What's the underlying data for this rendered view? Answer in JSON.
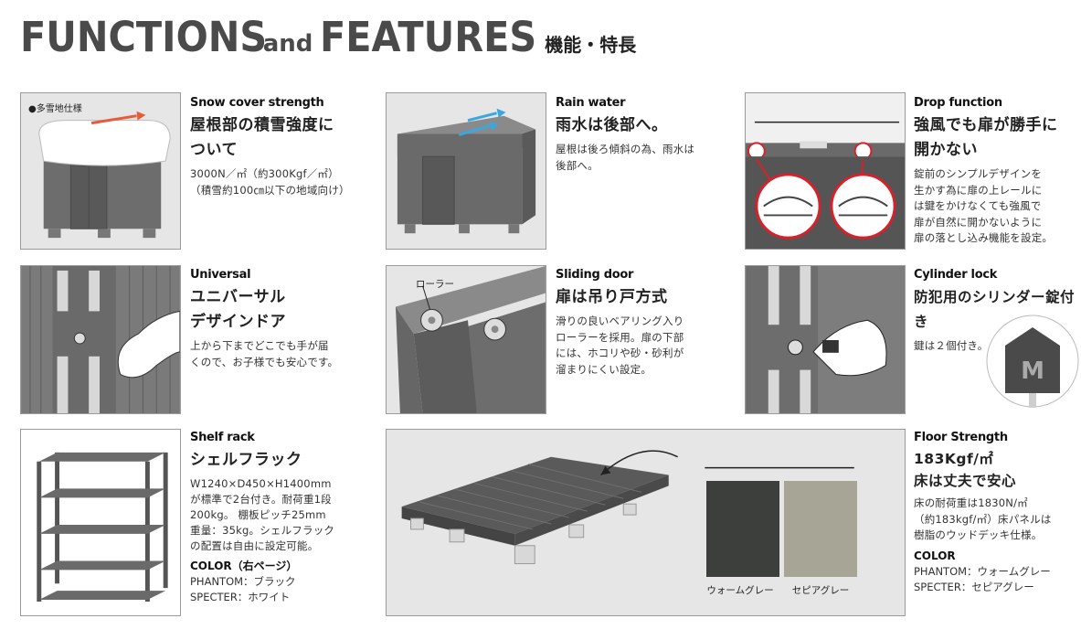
{
  "header": {
    "title_part1": "FUNCTIONS",
    "title_and": "and",
    "title_part2": "FEATURES",
    "title_jp": "機能・特長"
  },
  "features": {
    "snow": {
      "badge": "●多雪地仕様",
      "title": "Snow cover strength",
      "subtitle": [
        "屋根部の積雪強度に",
        "ついて"
      ],
      "desc": [
        "3000N／㎡（約300Kgf／㎡）",
        "（積雪約100㎝以下の地域向け）"
      ]
    },
    "rain": {
      "title": "Rain water",
      "subtitle": [
        "雨水は後部へ。"
      ],
      "desc": [
        "屋根は後ろ傾斜の為、雨水は",
        "後部へ。"
      ]
    },
    "drop": {
      "title": "Drop  function",
      "subtitle": [
        "強風でも扉が勝手に",
        "開かない"
      ],
      "desc": [
        "錠前のシンプルデザインを",
        "生かす為に扉の上レールに",
        "は鍵をかけなくても強風で",
        "扉が自然に開かないように",
        "扉の落とし込み機能を設定。"
      ]
    },
    "universal": {
      "title": "Universal",
      "subtitle": [
        "ユニバーサル",
        "デザインドア"
      ],
      "desc": [
        "上から下までどこでも手が届",
        "くので、お子様でも安心です。"
      ]
    },
    "sliding": {
      "roller_label": "ローラー",
      "title": "Sliding door",
      "subtitle": [
        "扉は吊り戸方式"
      ],
      "desc": [
        "滑りの良いベアリング入り",
        "ローラーを採用。扉の下部",
        "には、ホコリや砂・砂利が",
        "溜まりにくい設定。"
      ]
    },
    "cylinder": {
      "title": "Cylinder lock",
      "subtitle": [
        "防犯用のシリンダー錠付き"
      ],
      "desc": [
        "鍵は２個付き。"
      ],
      "key_letter": "M"
    },
    "shelf": {
      "title": "Shelf rack",
      "subtitle": [
        "シェルフラック"
      ],
      "desc": [
        "W1240×D450×H1400mm",
        "が標準で2台付き。耐荷重1段",
        "200kg。 棚板ピッチ25mm",
        "重量：35kg。シェルフラック",
        "の配置は自由に設定可能。"
      ],
      "color_label": "COLOR（右ページ）",
      "colors": [
        "PHANTOM：ブラック",
        "SPECTER：ホワイト"
      ]
    },
    "floor": {
      "title": "Floor Strength",
      "subtitle": [
        "183Kgf/㎡",
        "床は丈夫で安心"
      ],
      "desc": [
        "床の耐荷重は1830N/㎡",
        "（約183kgf/㎡）床パネルは",
        "樹脂のウッドデッキ仕様。"
      ],
      "color_label": "COLOR",
      "colors": [
        "PHANTOM：ウォームグレー",
        "SPECTER：セピアグレー"
      ],
      "swatches": [
        {
          "label": "ウォームグレー",
          "color": "#3c3f3b"
        },
        {
          "label": "セピアグレー",
          "color": "#a6a596"
        }
      ]
    }
  }
}
